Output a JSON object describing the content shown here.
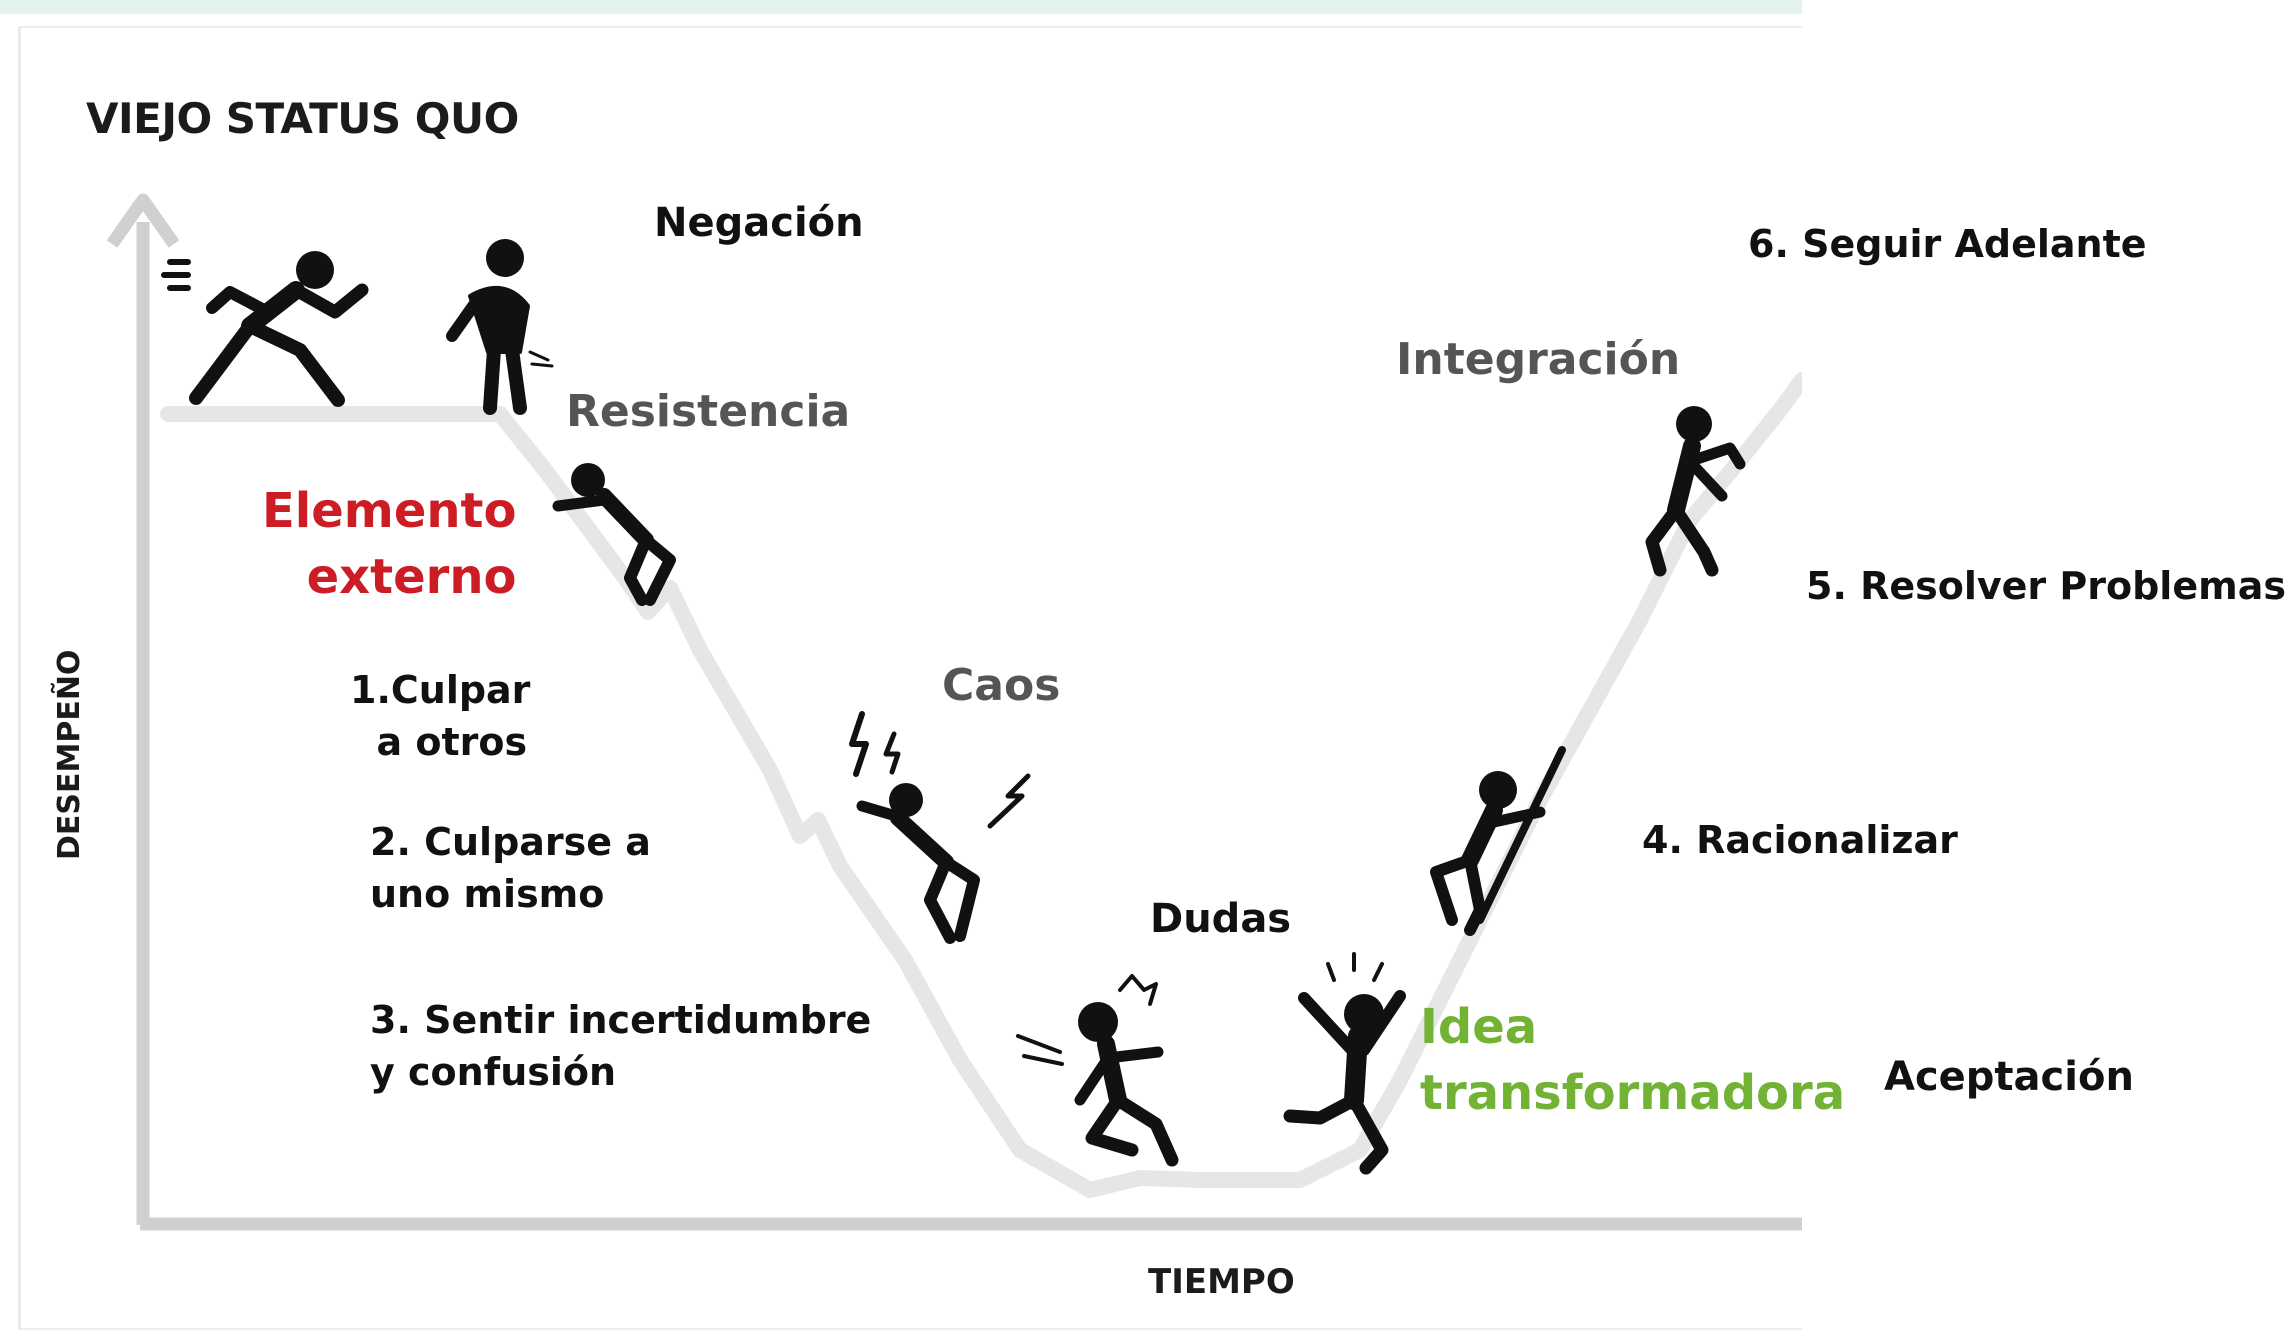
{
  "diagram": {
    "y_axis_top_label": "VIEJO STATUS QUO",
    "y_axis_label": "DESEMPEÑO",
    "x_axis_label": "TIEMPO",
    "stages": {
      "negacion": "Negación",
      "resistencia": "Resistencia",
      "elemento_externo": "Elemento\nexterno",
      "caos": "Caos",
      "dudas": "Dudas",
      "idea_transformadora": "Idea\ntransformadora",
      "integracion": "Integración",
      "aceptacion": "Aceptación"
    },
    "steps": {
      "s1": "1.Culpar\n  a otros",
      "s2": "2. Culparse a\nuno mismo",
      "s3": "3. Sentir incertidumbre\ny confusión",
      "s4": "4. Racionalizar",
      "s5": "5. Resolver Problemas",
      "s6": "6. Seguir Adelante"
    }
  },
  "colors": {
    "external_red": "#cc1d24",
    "idea_green": "#72b234",
    "curve_grey": "#e6e6e6",
    "axis_grey": "#cfcfcf",
    "figure_black": "#111111"
  }
}
